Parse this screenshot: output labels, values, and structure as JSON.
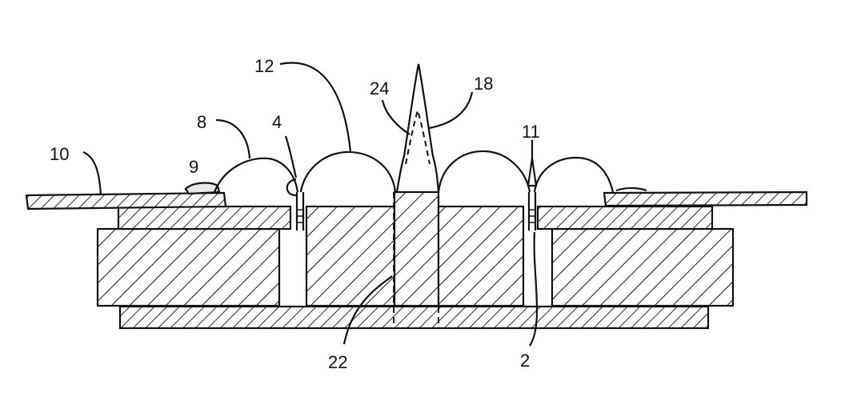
{
  "diagram": {
    "labels": {
      "l10": "10",
      "l9": "9",
      "l8": "8",
      "l4": "4",
      "l12": "12",
      "l24": "24",
      "l18": "18",
      "l11": "11",
      "l22": "22",
      "l2": "2"
    }
  }
}
